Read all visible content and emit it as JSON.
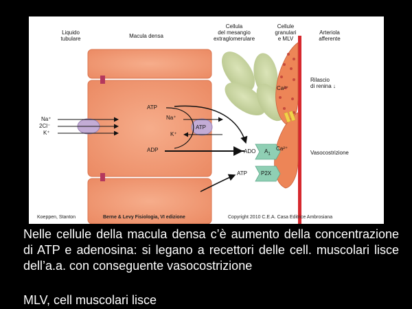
{
  "headers": {
    "liquido": "Liquido\ntubulare",
    "macula": "Macula densa",
    "mesangio": "Cellula\ndel mesangio\nextraglomerulare",
    "granulari": "Cellule\ngranulari\ne  MLV",
    "arteriola": "Arteriola\nafferente"
  },
  "labels": {
    "na_left": "Na⁺",
    "cl_left": "2Cl⁻",
    "k_left": "K⁺",
    "atp_top": "ATP",
    "na_inner": "Na⁺",
    "atp_pump": "ATP",
    "k_inner": "K⁺",
    "adp": "ADP",
    "ado": "ADO",
    "a1": "A",
    "a1_sub": "1",
    "ca_a1": "Ca²⁺",
    "atp_bottom": "ATP",
    "p2x": "P2X",
    "ca_granular": "Ca²⁺",
    "rilascio": "Rilascio\ndi renina ↓",
    "vasocostrizione": "Vasocostrizione"
  },
  "credits": {
    "authors": "Koeppen, Stanton",
    "book": "Berne & Levy Fisiologia, VI edizione",
    "copyright": "Copyright 2010 C.E.A. Casa Editrice Ambrosiana"
  },
  "caption": "Nelle cellule della macula densa c’è aumento della concentrazione di ATP e adenosina: si legano a recettori delle cell. muscolari lisce dell’a.a. con conseguente vasocostrizione",
  "footnote": "MLV, cell muscolari lisce",
  "colors": {
    "cell": "#f1956f",
    "cell_dark": "#d8643f",
    "junction": "#b4385d",
    "mesangial": "#c7d3a1",
    "granular": "#ed8557",
    "arteriole": "#d6282e",
    "transporter": "#c3acd6",
    "receptor": "#8fcfb4"
  }
}
